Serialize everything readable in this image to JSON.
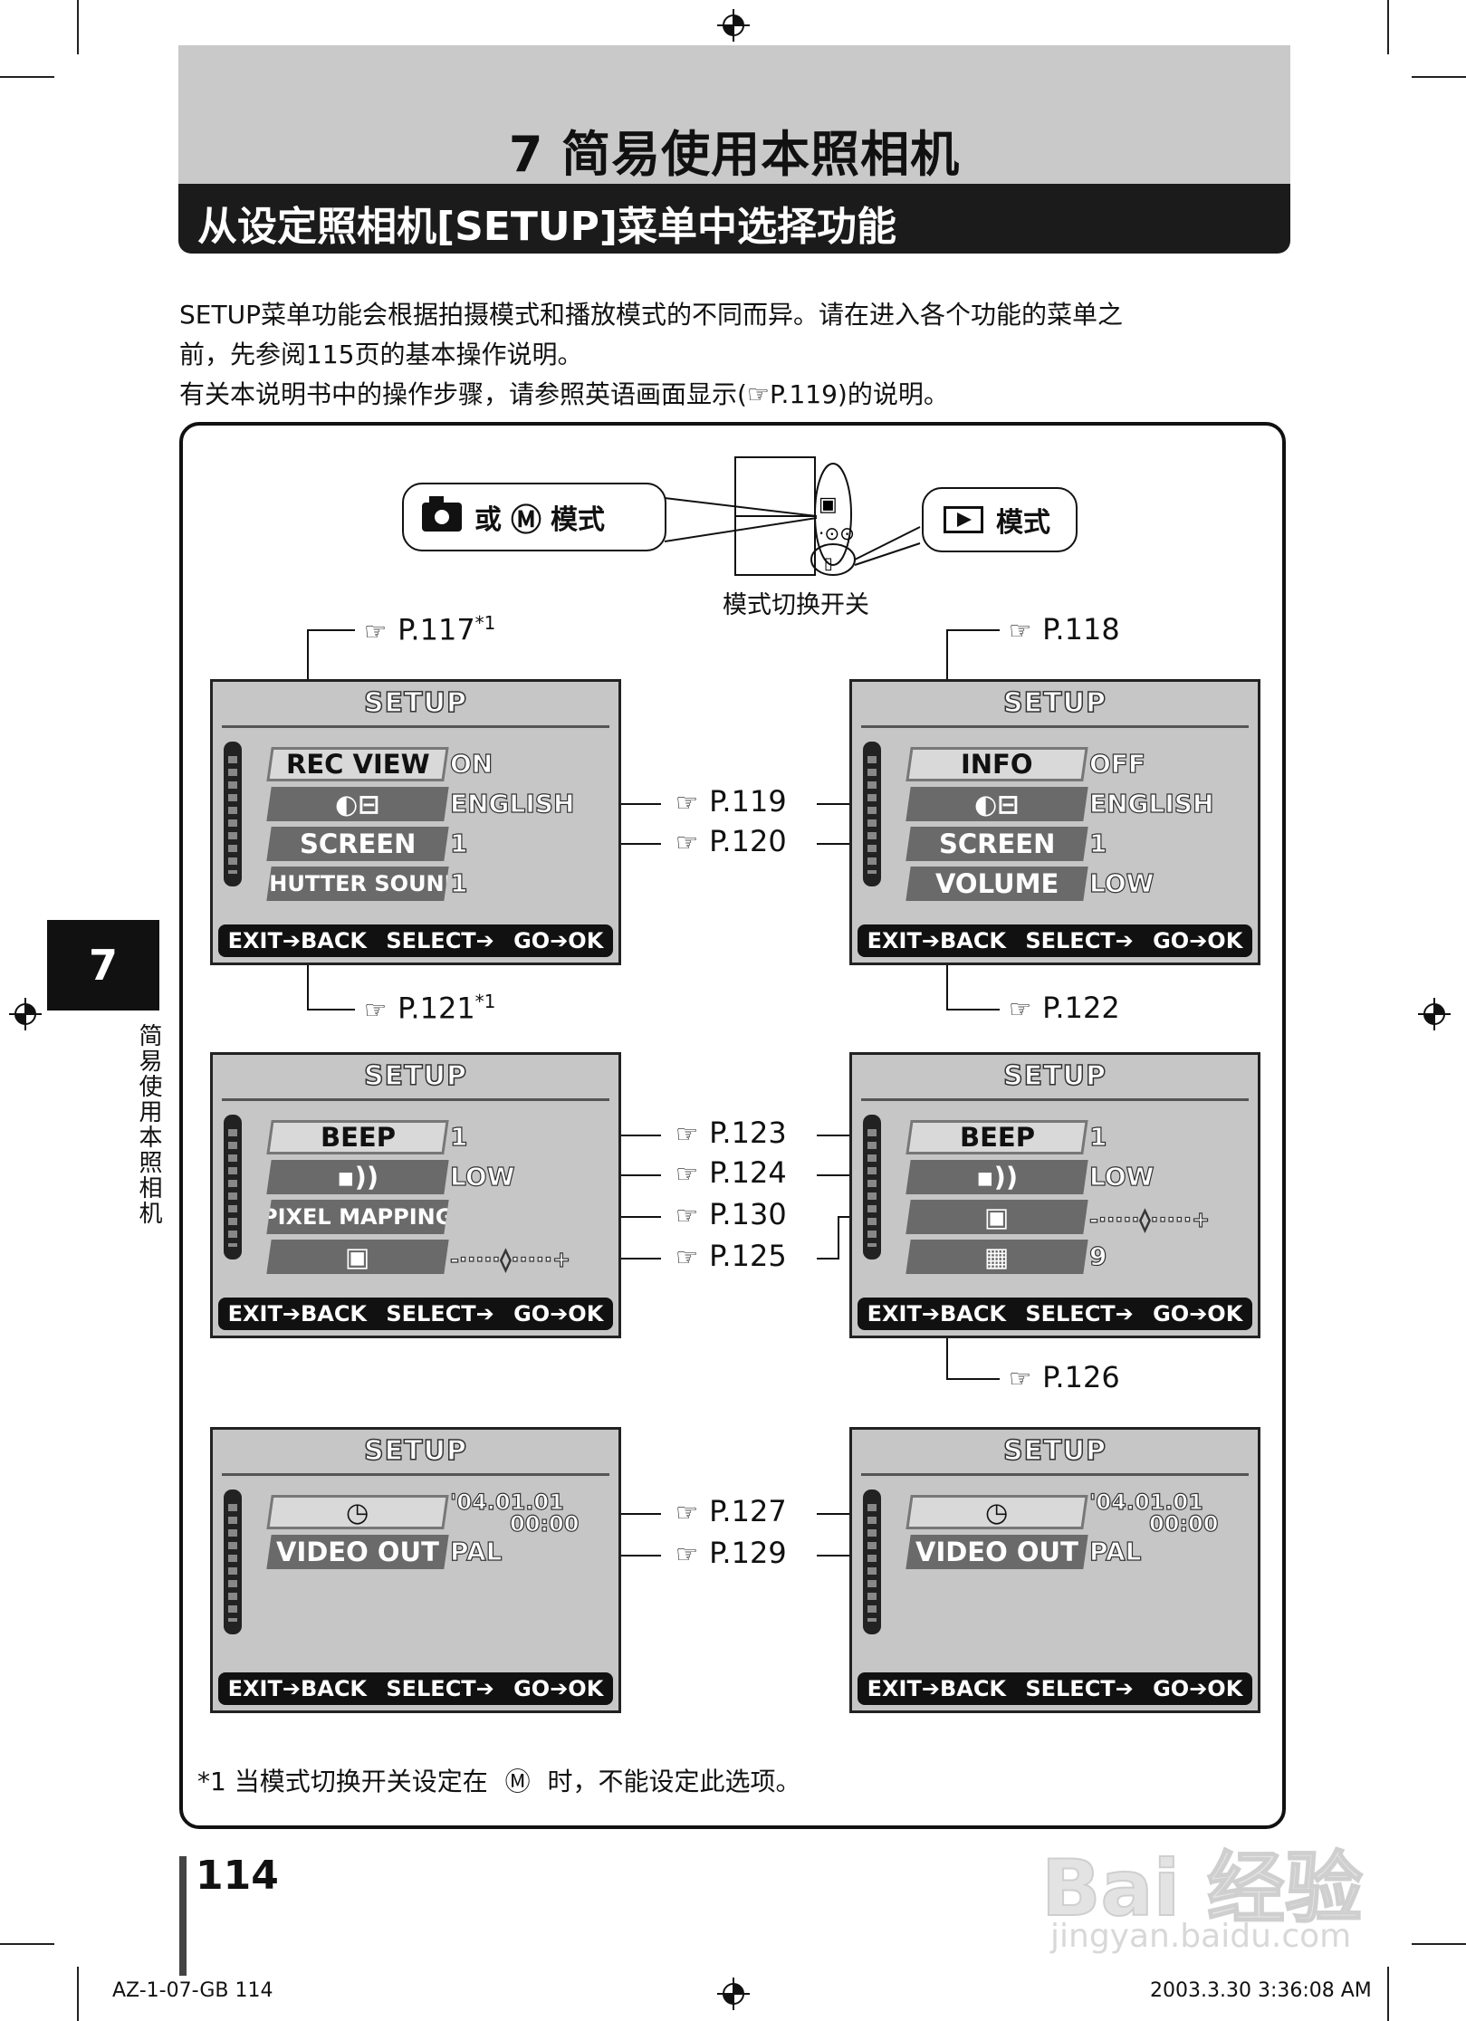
{
  "chapter": {
    "number": "7",
    "title": "7 简易使用本照相机"
  },
  "section_title": "从设定照相机[SETUP]菜单中选择功能",
  "intro_lines": [
    "SETUP菜单功能会根据拍摄模式和播放模式的不同而异。请在进入各个功能的菜单之",
    "前，先参阅115页的基本操作说明。",
    "有关本说明书中的操作步骤，请参照英语画面显示(☞P.119)的说明。"
  ],
  "mode_labels": {
    "shoot_or": "或",
    "mode": "模式",
    "play_mode": "模式",
    "dial": "模式切换开关"
  },
  "refs": {
    "p117": "P.117",
    "p117_sup": "*1",
    "p118": "P.118",
    "p119": "P.119",
    "p120": "P.120",
    "p121": "P.121",
    "p121_sup": "*1",
    "p122": "P.122",
    "p123": "P.123",
    "p124": "P.124",
    "p130": "P.130",
    "p125": "P.125",
    "p126": "P.126",
    "p127": "P.127",
    "p129": "P.129"
  },
  "screens": {
    "title": "SETUP",
    "footer": {
      "exit": "EXIT➔BACK",
      "select": "SELECT➔",
      "go": "GO➔OK"
    },
    "s1": {
      "rows": [
        "REC VIEW",
        "◐⊟",
        "SCREEN",
        "SHUTTER SOUND"
      ],
      "values": [
        "ON",
        "ENGLISH",
        "1",
        "1"
      ]
    },
    "s2": {
      "rows": [
        "INFO",
        "◐⊟",
        "SCREEN",
        "VOLUME"
      ],
      "values": [
        "OFF",
        "ENGLISH",
        "1",
        "LOW"
      ]
    },
    "s3": {
      "rows": [
        "BEEP",
        "▪))",
        "PIXEL MAPPING",
        "▣"
      ],
      "values": [
        "1",
        "LOW",
        "",
        "-·····◊·····+"
      ]
    },
    "s4": {
      "rows": [
        "BEEP",
        "▪))",
        "▣",
        "▦"
      ],
      "values": [
        "1",
        "LOW",
        "-·····◊·····+",
        "9"
      ]
    },
    "s5": {
      "rows": [
        "◷",
        "VIDEO OUT"
      ],
      "date": "'04.01.01",
      "time": "00:00",
      "values": [
        "PAL"
      ]
    },
    "s6": {
      "rows": [
        "◷",
        "VIDEO OUT"
      ],
      "date": "'04.01.01",
      "time": "00:00",
      "values": [
        "PAL"
      ]
    }
  },
  "footnote": {
    "prefix": "*1 当模式切换开关设定在",
    "suffix": "时，不能设定此选项。"
  },
  "side_label": "简易使用本照相机",
  "page_number": "114",
  "footer_left": "AZ-1-07-GB  114",
  "footer_right": "2003.3.30   3:36:08 AM",
  "watermark": {
    "main": "Bai 经验",
    "sub": "jingyan.baidu.com"
  }
}
